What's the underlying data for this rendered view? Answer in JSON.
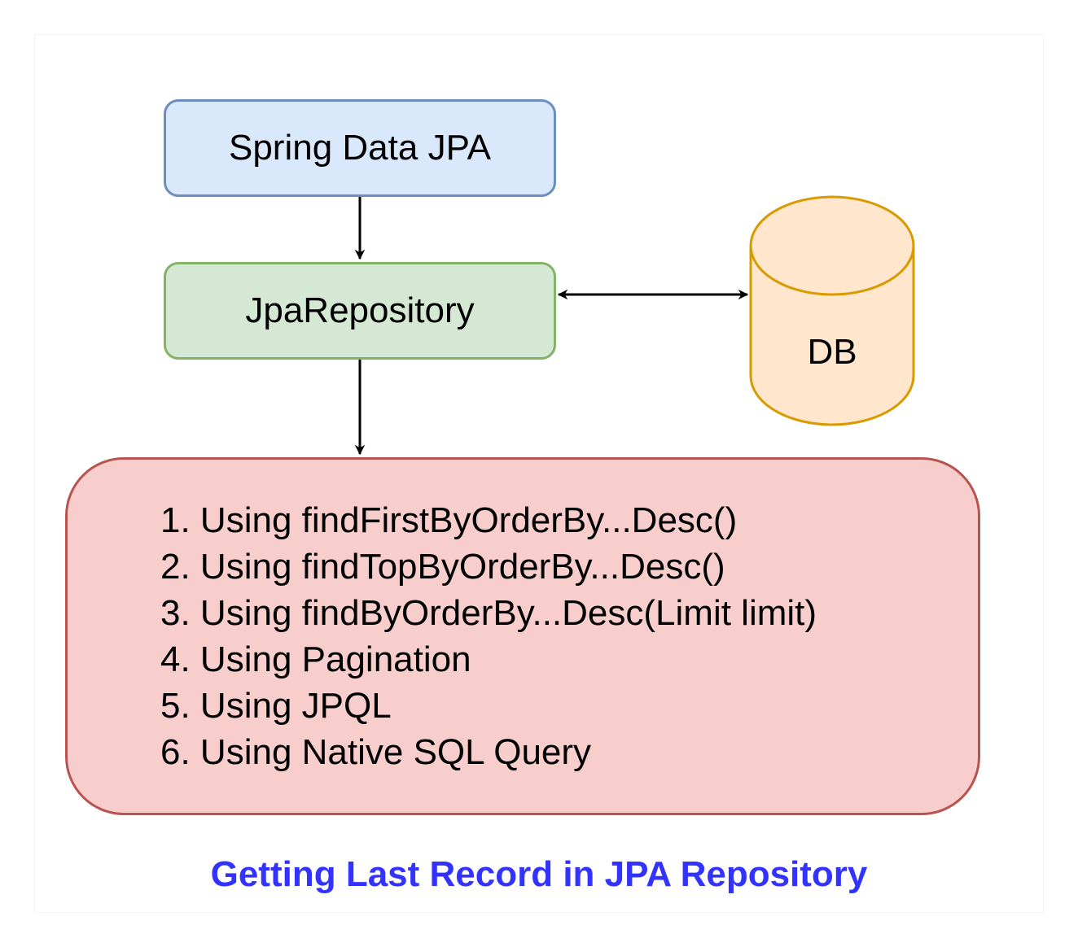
{
  "diagram": {
    "caption": "Getting Last Record in JPA Repository",
    "nodes": {
      "spring_data_jpa": {
        "label": "Spring Data JPA",
        "fill": "#dae8fc",
        "stroke": "#6c8ebf"
      },
      "jpa_repository": {
        "label": "JpaRepository",
        "fill": "#d5e8d4",
        "stroke": "#82b366"
      },
      "db": {
        "label": "DB",
        "fill": "#ffe6cc",
        "stroke": "#d79b00"
      },
      "methods": {
        "fill": "#f8cecc",
        "stroke": "#b85450",
        "items": [
          "1. Using findFirstByOrderBy...Desc()",
          "2. Using findTopByOrderBy...Desc()",
          "3. Using findByOrderBy...Desc(Limit limit)",
          "4. Using Pagination",
          "5. Using JPQL",
          "6. Using Native SQL Query"
        ]
      }
    },
    "edges": [
      {
        "from": "spring_data_jpa",
        "to": "jpa_repository",
        "direction": "forward"
      },
      {
        "from": "jpa_repository",
        "to": "db",
        "direction": "both"
      },
      {
        "from": "jpa_repository",
        "to": "methods",
        "direction": "forward"
      }
    ],
    "colors": {
      "caption": "#3333ff",
      "edge": "#000000"
    }
  }
}
